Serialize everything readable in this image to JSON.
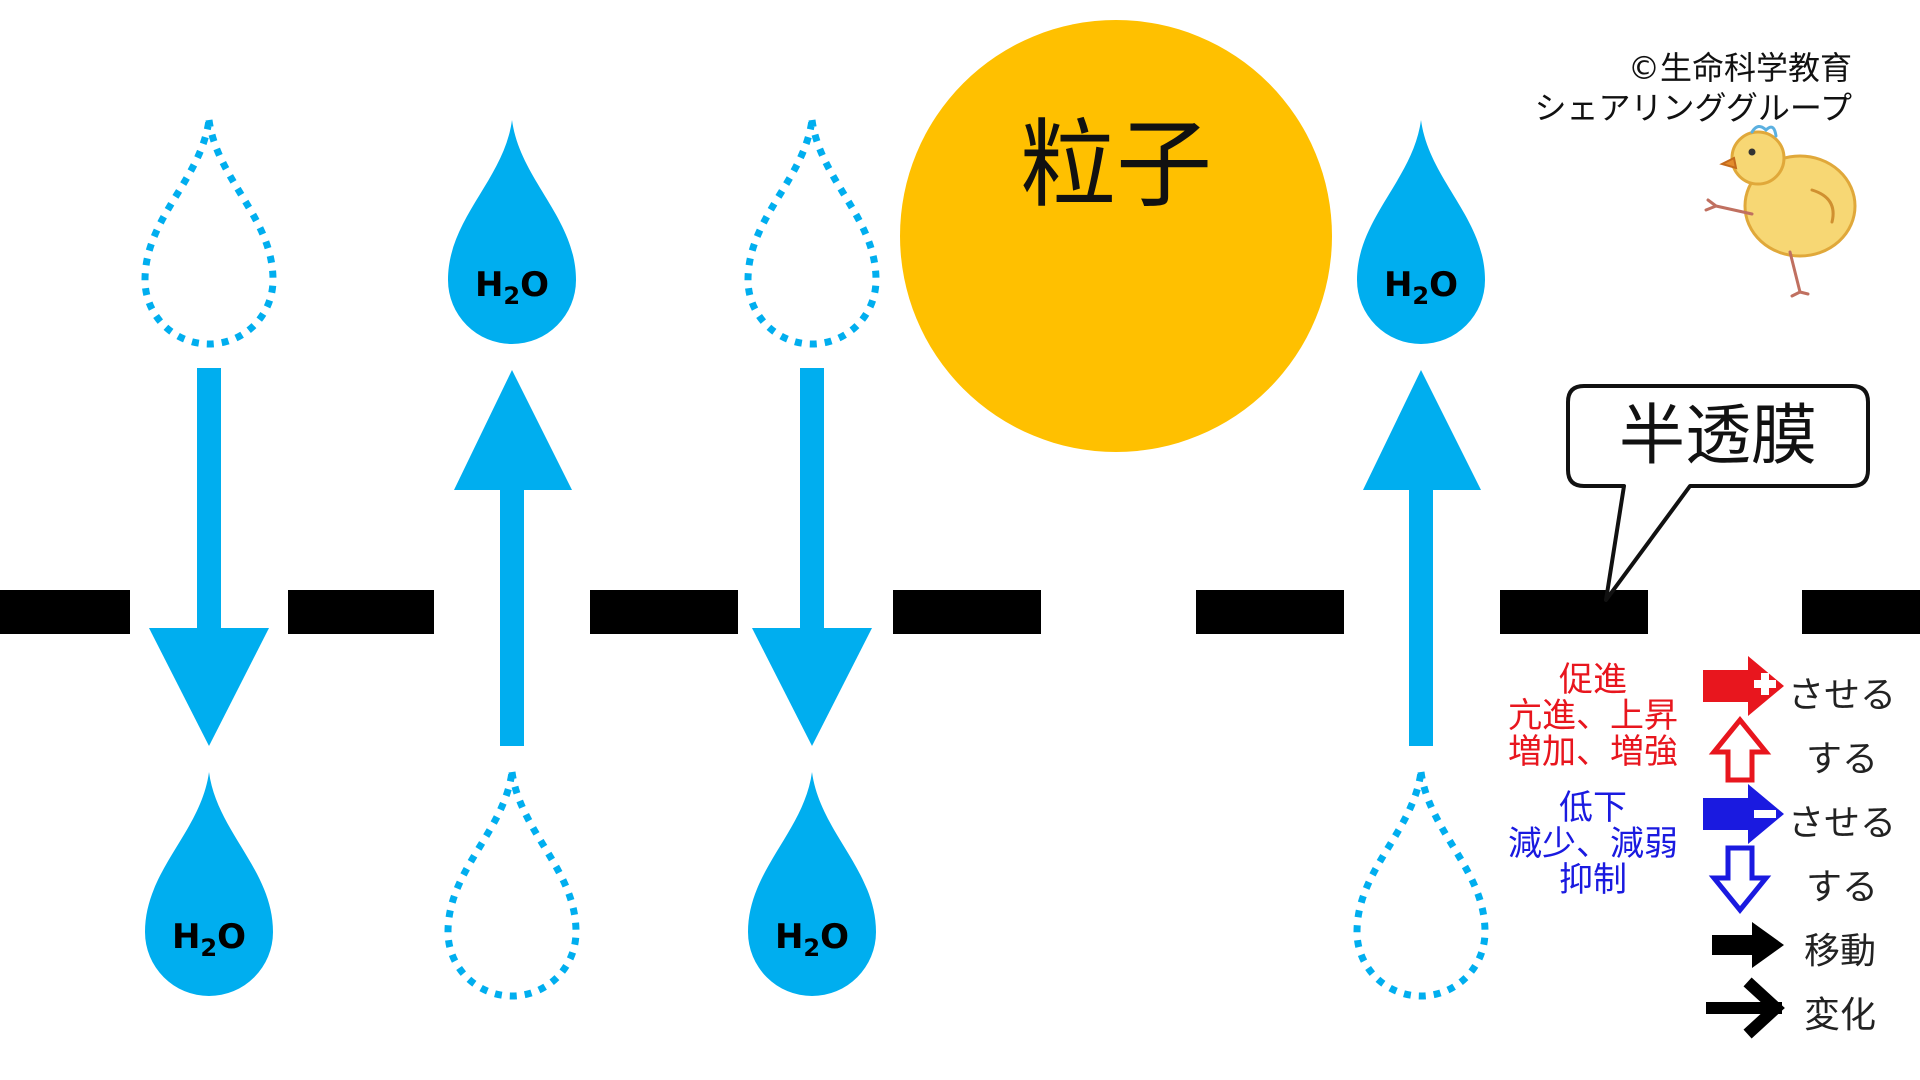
{
  "particle": {
    "label": "粒子",
    "color": "#FFC000"
  },
  "membrane": {
    "label": "半透膜"
  },
  "water": {
    "label_main": "H",
    "label_sub": "2",
    "label_end": "O",
    "color": "#00AEEF"
  },
  "copyright": {
    "line1": "©生命科学教育",
    "line2": "シェアリンググループ"
  },
  "legend": {
    "promote": {
      "line1": "促進",
      "line2": "亢進、上昇",
      "line3": "増加、増強",
      "color": "#E8161E"
    },
    "suppress": {
      "line1": "低下",
      "line2": "減少、減弱",
      "line3": "抑制",
      "color": "#1A1AE0"
    },
    "rows": [
      {
        "icon": "red-plus-arrow-icon",
        "label": "させる"
      },
      {
        "icon": "red-hollow-up-arrow-icon",
        "label": "する"
      },
      {
        "icon": "blue-minus-arrow-icon",
        "label": "させる"
      },
      {
        "icon": "blue-hollow-down-arrow-icon",
        "label": "する"
      },
      {
        "icon": "black-block-arrow-icon",
        "label": "移動"
      },
      {
        "icon": "black-chevron-arrow-icon",
        "label": "変化"
      }
    ]
  }
}
